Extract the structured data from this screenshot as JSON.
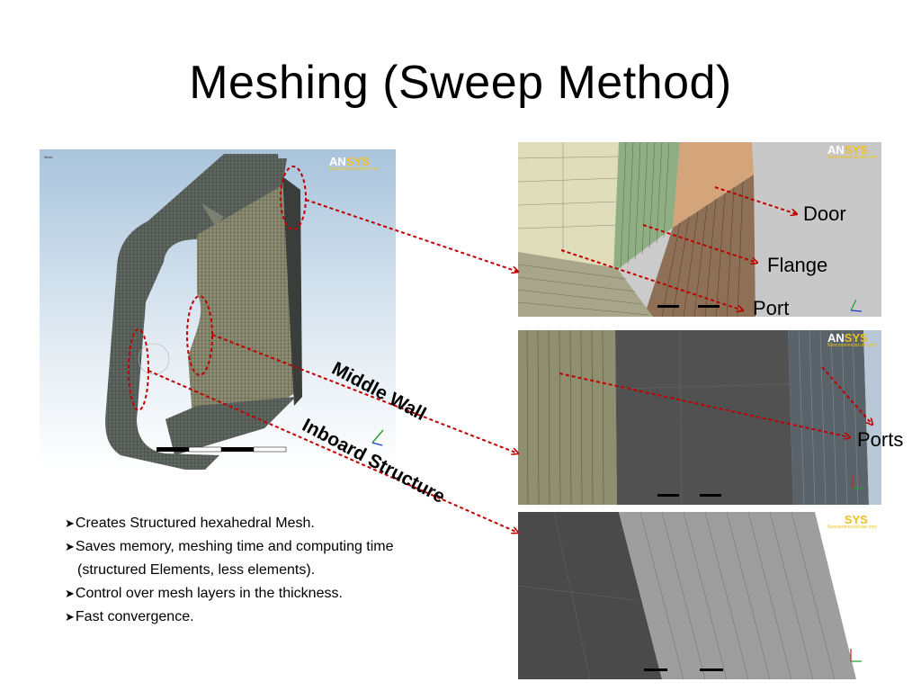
{
  "title": "Meshing (Sweep Method)",
  "labels": {
    "door": "Door",
    "flange": "Flange",
    "port": "Port",
    "ports": "Ports",
    "middle_wall": "Middle Wall",
    "inboard_structure": "Inboard Structure"
  },
  "bullets": [
    "Creates Structured hexahedral Mesh.",
    "Saves memory, meshing time and computing time",
    "(structured Elements, less elements).",
    "Control over mesh layers in the thickness.",
    "Fast convergence."
  ],
  "logo": {
    "an": "AN",
    "sys": "SYS",
    "sub": "Noncommercial use only"
  },
  "colors": {
    "arrow": "#c00000",
    "mesh_beige": "#d9d7b4",
    "mesh_green": "#8aa476",
    "mesh_brown": "#8a6d4f",
    "mesh_gray": "#505050"
  }
}
